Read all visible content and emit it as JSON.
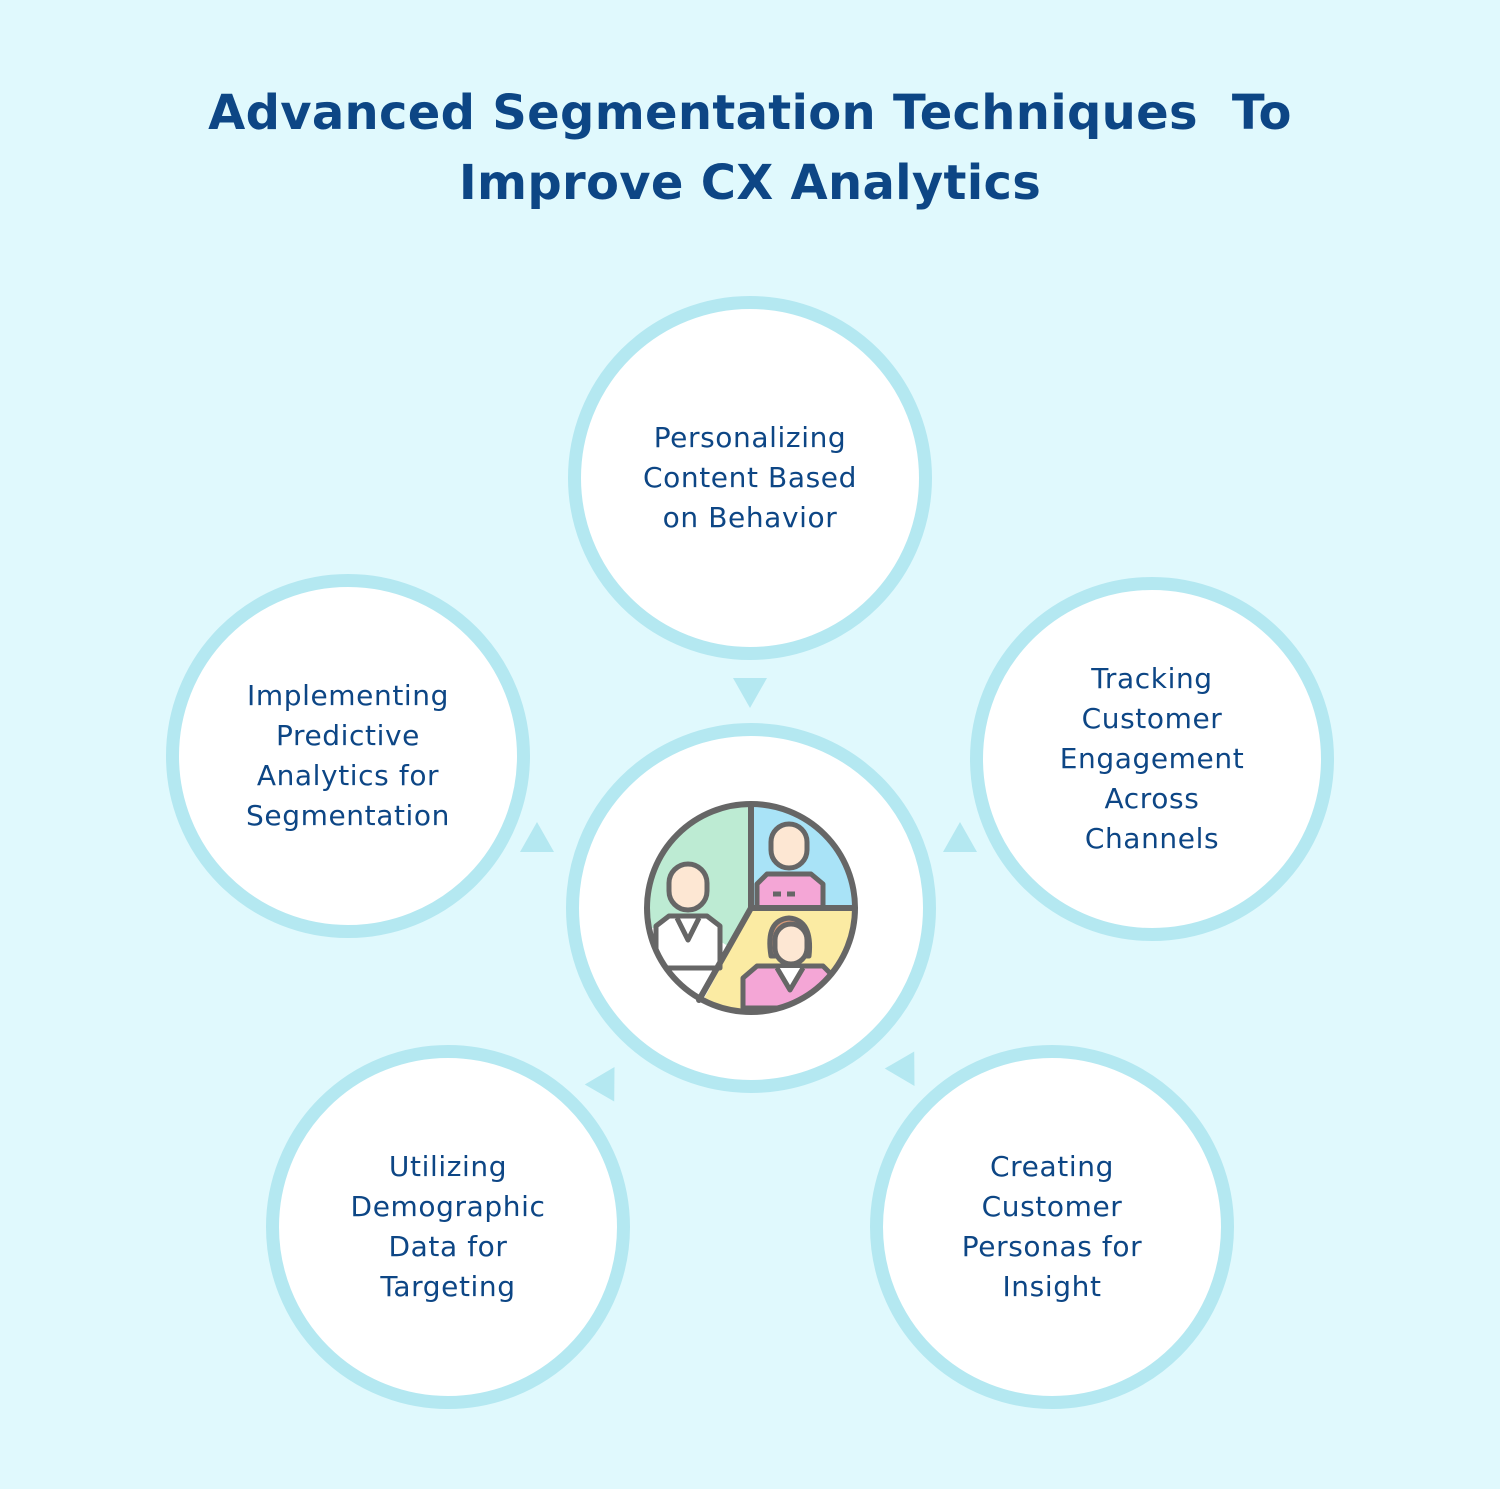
{
  "title": {
    "line1": "Advanced Segmentation Techniques  To",
    "line2": "Improve CX Analytics"
  },
  "nodes": {
    "top": [
      "Personalizing",
      "Content Based",
      "on Behavior"
    ],
    "right": [
      "Tracking",
      "Customer",
      "Engagement",
      "Across",
      "Channels"
    ],
    "bottom_right": [
      "Creating",
      "Customer",
      "Personas for",
      "Insight"
    ],
    "bottom_left": [
      "Utilizing",
      "Demographic",
      "Data for",
      "Targeting"
    ],
    "left": [
      "Implementing",
      "Predictive",
      "Analytics for",
      "Segmentation"
    ]
  },
  "center_icon": "customer-segments-icon",
  "colors": {
    "background": "#e0f9fd",
    "ring": "#b4e8f1",
    "text": "#0d4685",
    "segment_green": "#bdebd3",
    "segment_blue": "#a9e3f7",
    "segment_yellow": "#fbeba3",
    "person_pink": "#f4a6d6",
    "outline": "#666666"
  }
}
